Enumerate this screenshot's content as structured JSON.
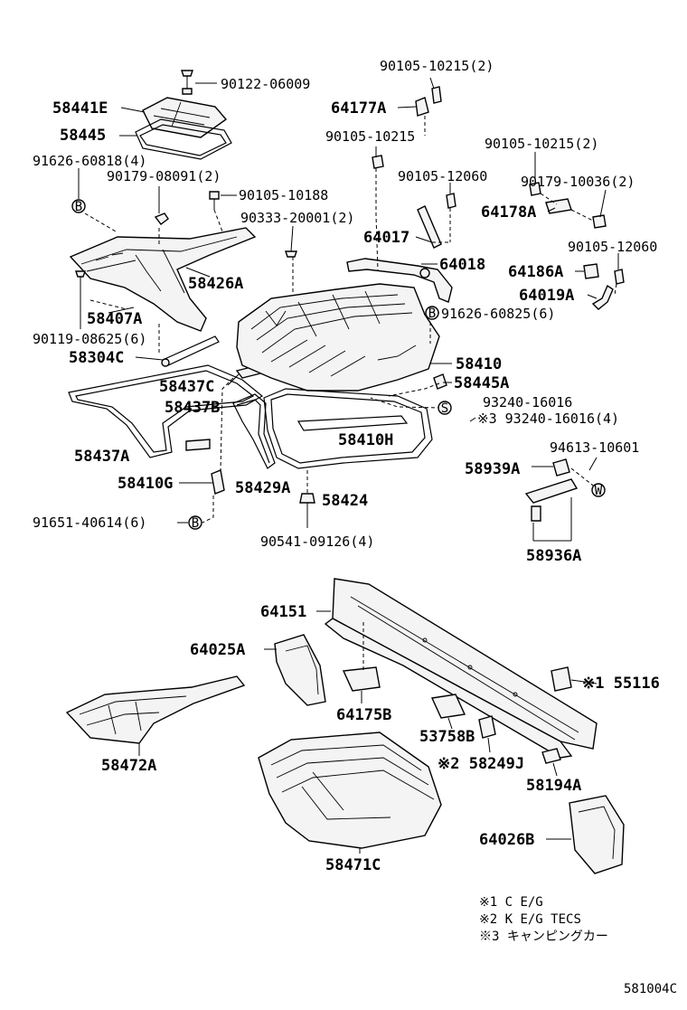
{
  "labels": {
    "p90105_10215_2_top": "90105-10215(2)",
    "p90122_06009": "90122-06009",
    "p64177A": "64177A",
    "p58441E": "58441E",
    "p58445": "58445",
    "p90105_10215": "90105-10215",
    "p90105_10215_2_right": "90105-10215(2)",
    "p91626_60818_4": "91626-60818(4)",
    "p90179_08091_2": "90179-08091(2)",
    "p90105_12060_a": "90105-12060",
    "p90179_10036_2": "90179-10036(2)",
    "p90105_10188": "90105-10188",
    "p64178A": "64178A",
    "p90333_20001_2": "90333-20001(2)",
    "p64017": "64017",
    "p90105_12060_b": "90105-12060",
    "p64018": "64018",
    "p64186A": "64186A",
    "p58426A": "58426A",
    "p64019A": "64019A",
    "p58407A": "58407A",
    "p91626_60825_6": "91626-60825(6)",
    "p90119_08625_6": "90119-08625(6)",
    "p58304C": "58304C",
    "p58410": "58410",
    "p58437C": "58437C",
    "p58445A": "58445A",
    "p58437B": "58437B",
    "p93240_16016_a": "93240-16016",
    "p93240_16016_4": "※3 93240-16016(4)",
    "p58410H": "58410H",
    "p94613_10601": "94613-10601",
    "p58437A": "58437A",
    "p58939A": "58939A",
    "p58410G": "58410G",
    "p58429A": "58429A",
    "p58424": "58424",
    "p91651_40614_6": "91651-40614(6)",
    "p90541_09126_4": "90541-09126(4)",
    "p58936A": "58936A",
    "p64151": "64151",
    "p64025A": "64025A",
    "p55116": "※1 55116",
    "p64175B": "64175B",
    "p53758B": "53758B",
    "p58472A": "58472A",
    "p58249J": "※2 58249J",
    "p58194A": "58194A",
    "p64026B": "64026B",
    "p58471C": "58471C"
  },
  "markers": {
    "B": "B",
    "S": "S",
    "W": "W"
  },
  "notes": [
    "※1 C E/G",
    "※2 K E/G TECS",
    "※3 キャンピングカー"
  ],
  "diagram_code": "581004C"
}
